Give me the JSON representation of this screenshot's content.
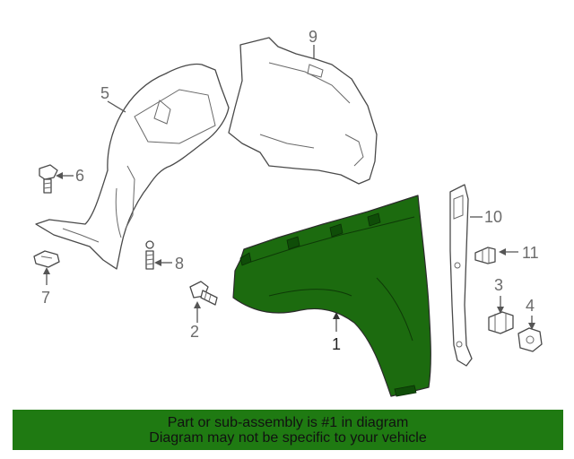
{
  "callouts": {
    "c1": "1",
    "c2": "2",
    "c3": "3",
    "c4": "4",
    "c5": "5",
    "c6": "6",
    "c7": "7",
    "c8": "8",
    "c9": "9",
    "c10": "10",
    "c11": "11"
  },
  "banner": {
    "line1": "Part or sub-assembly is #1 in diagram",
    "line2": "Diagram may not be specific to your vehicle"
  },
  "colors": {
    "highlight": "#1c6b0f",
    "banner": "#1f7a12",
    "callout_text": "#6b6b6b",
    "outline": "#4a4a4a"
  }
}
